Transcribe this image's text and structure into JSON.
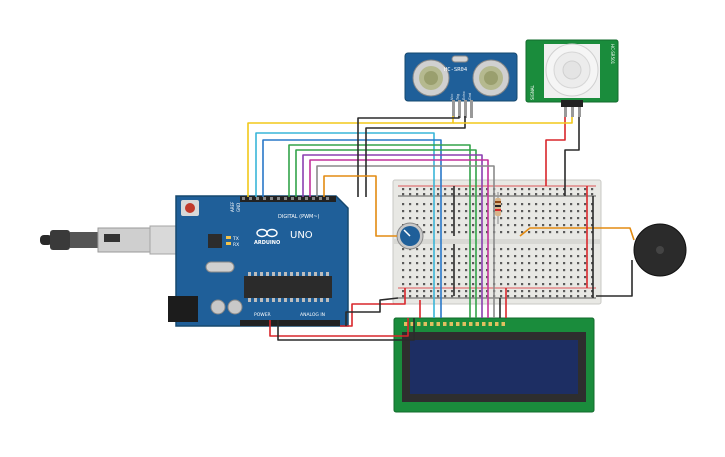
{
  "arduino": {
    "uno_label": "UNO",
    "brand_label": "ARDUINO",
    "digital_label": "DIGITAL (PWM~)",
    "aref_label": "AREF",
    "gnd_label": "GND",
    "tx_label": "TX",
    "rx_label": "RX",
    "analog_label": "ANALOG IN",
    "power_label": "POWER"
  },
  "ultrasonic": {
    "model": "HC-SR04",
    "pins": [
      "Vcc",
      "Trig",
      "Echo",
      "Gnd"
    ]
  },
  "pir": {
    "label_left": "SIGNAL",
    "label_right": "HC-SR501"
  },
  "colors": {
    "board": "#1f5f99",
    "board_dark": "#16486f",
    "breadboard": "#e8e8e4",
    "pcb_green": "#1a8c3c",
    "lcd_screen": "#1d2e63",
    "wire_red": "#d9262b",
    "wire_black": "#2b2b2b",
    "wire_orange": "#e38b12",
    "wire_yellow": "#f2c81a",
    "wire_cyan": "#39b5d8",
    "wire_blue": "#2978c8",
    "wire_green": "#33a34a",
    "wire_purple": "#8b3fb0",
    "wire_magenta": "#c2329c",
    "wire_gray": "#8a8a8a"
  }
}
